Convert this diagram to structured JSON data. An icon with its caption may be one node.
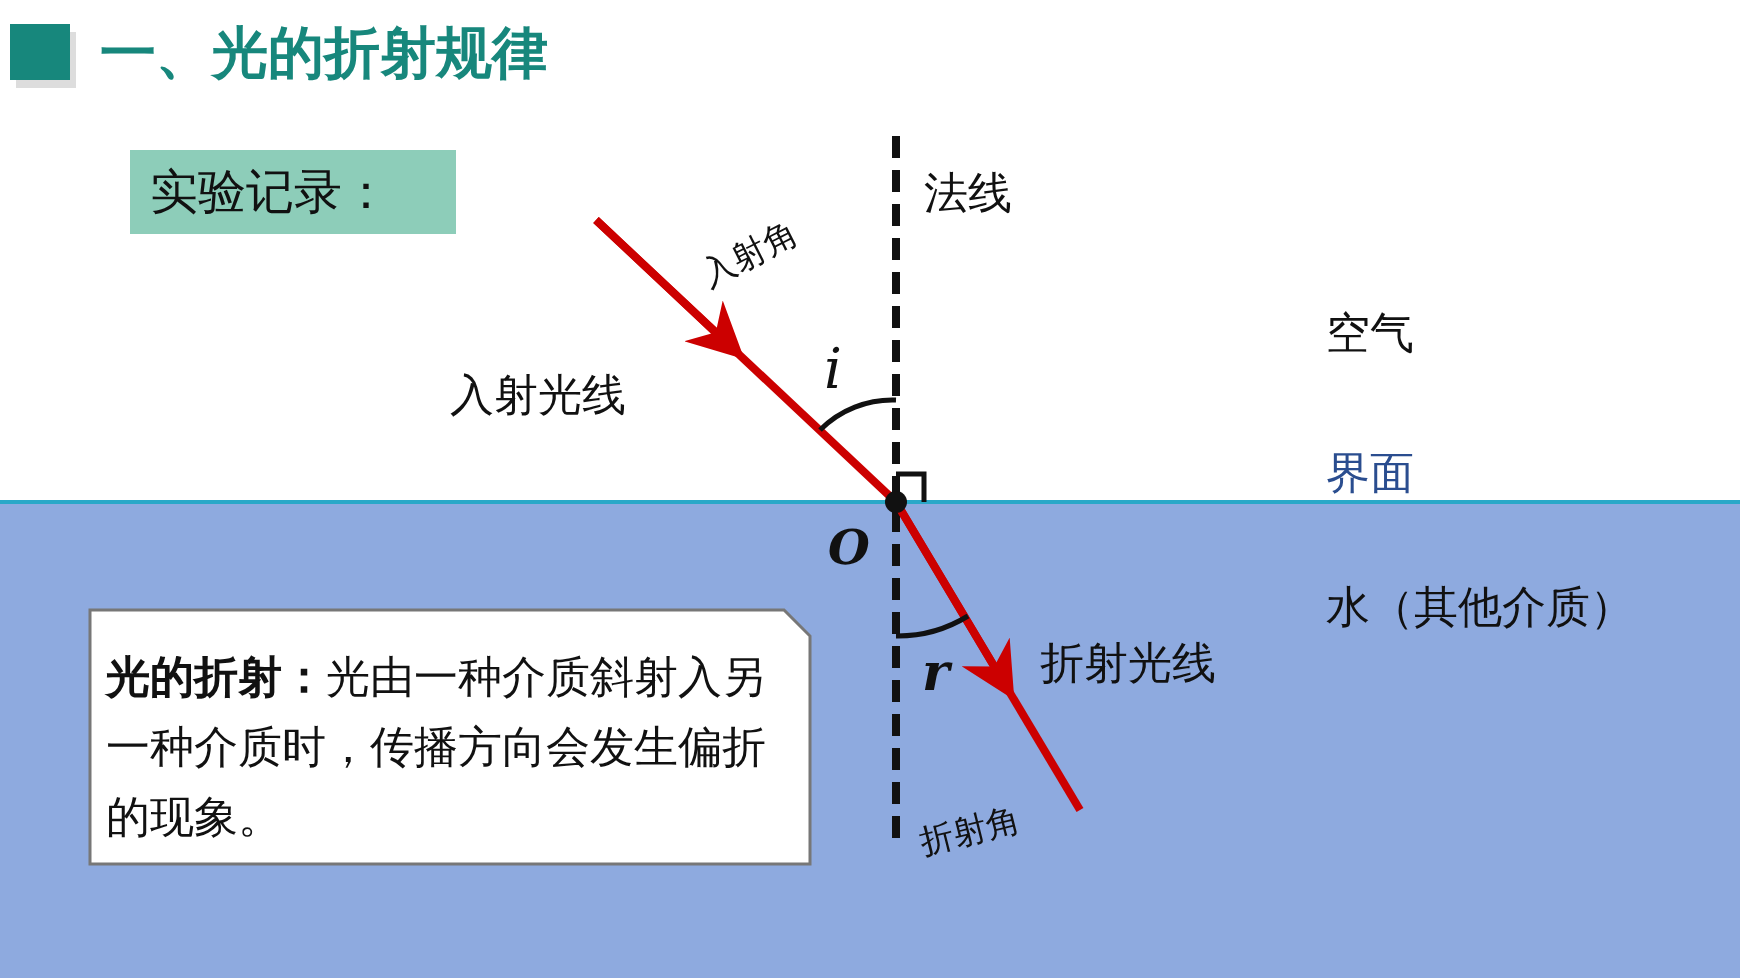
{
  "diagram": {
    "title": "一、光的折射规律",
    "nodes": [
      {
        "text": [
          "实验记录："
        ]
      },
      {
        "text": [
          "**光的折射：**光由一种介质斜射入另一种介质时，传播方向会发生偏折的现象。"
        ]
      }
    ],
    "labels": [
      "法线",
      "入射角",
      "空气",
      "入射光线",
      "i",
      "界面",
      "O",
      "水（其他介质）",
      "r",
      "折射光线",
      "折射角"
    ]
  }
}
